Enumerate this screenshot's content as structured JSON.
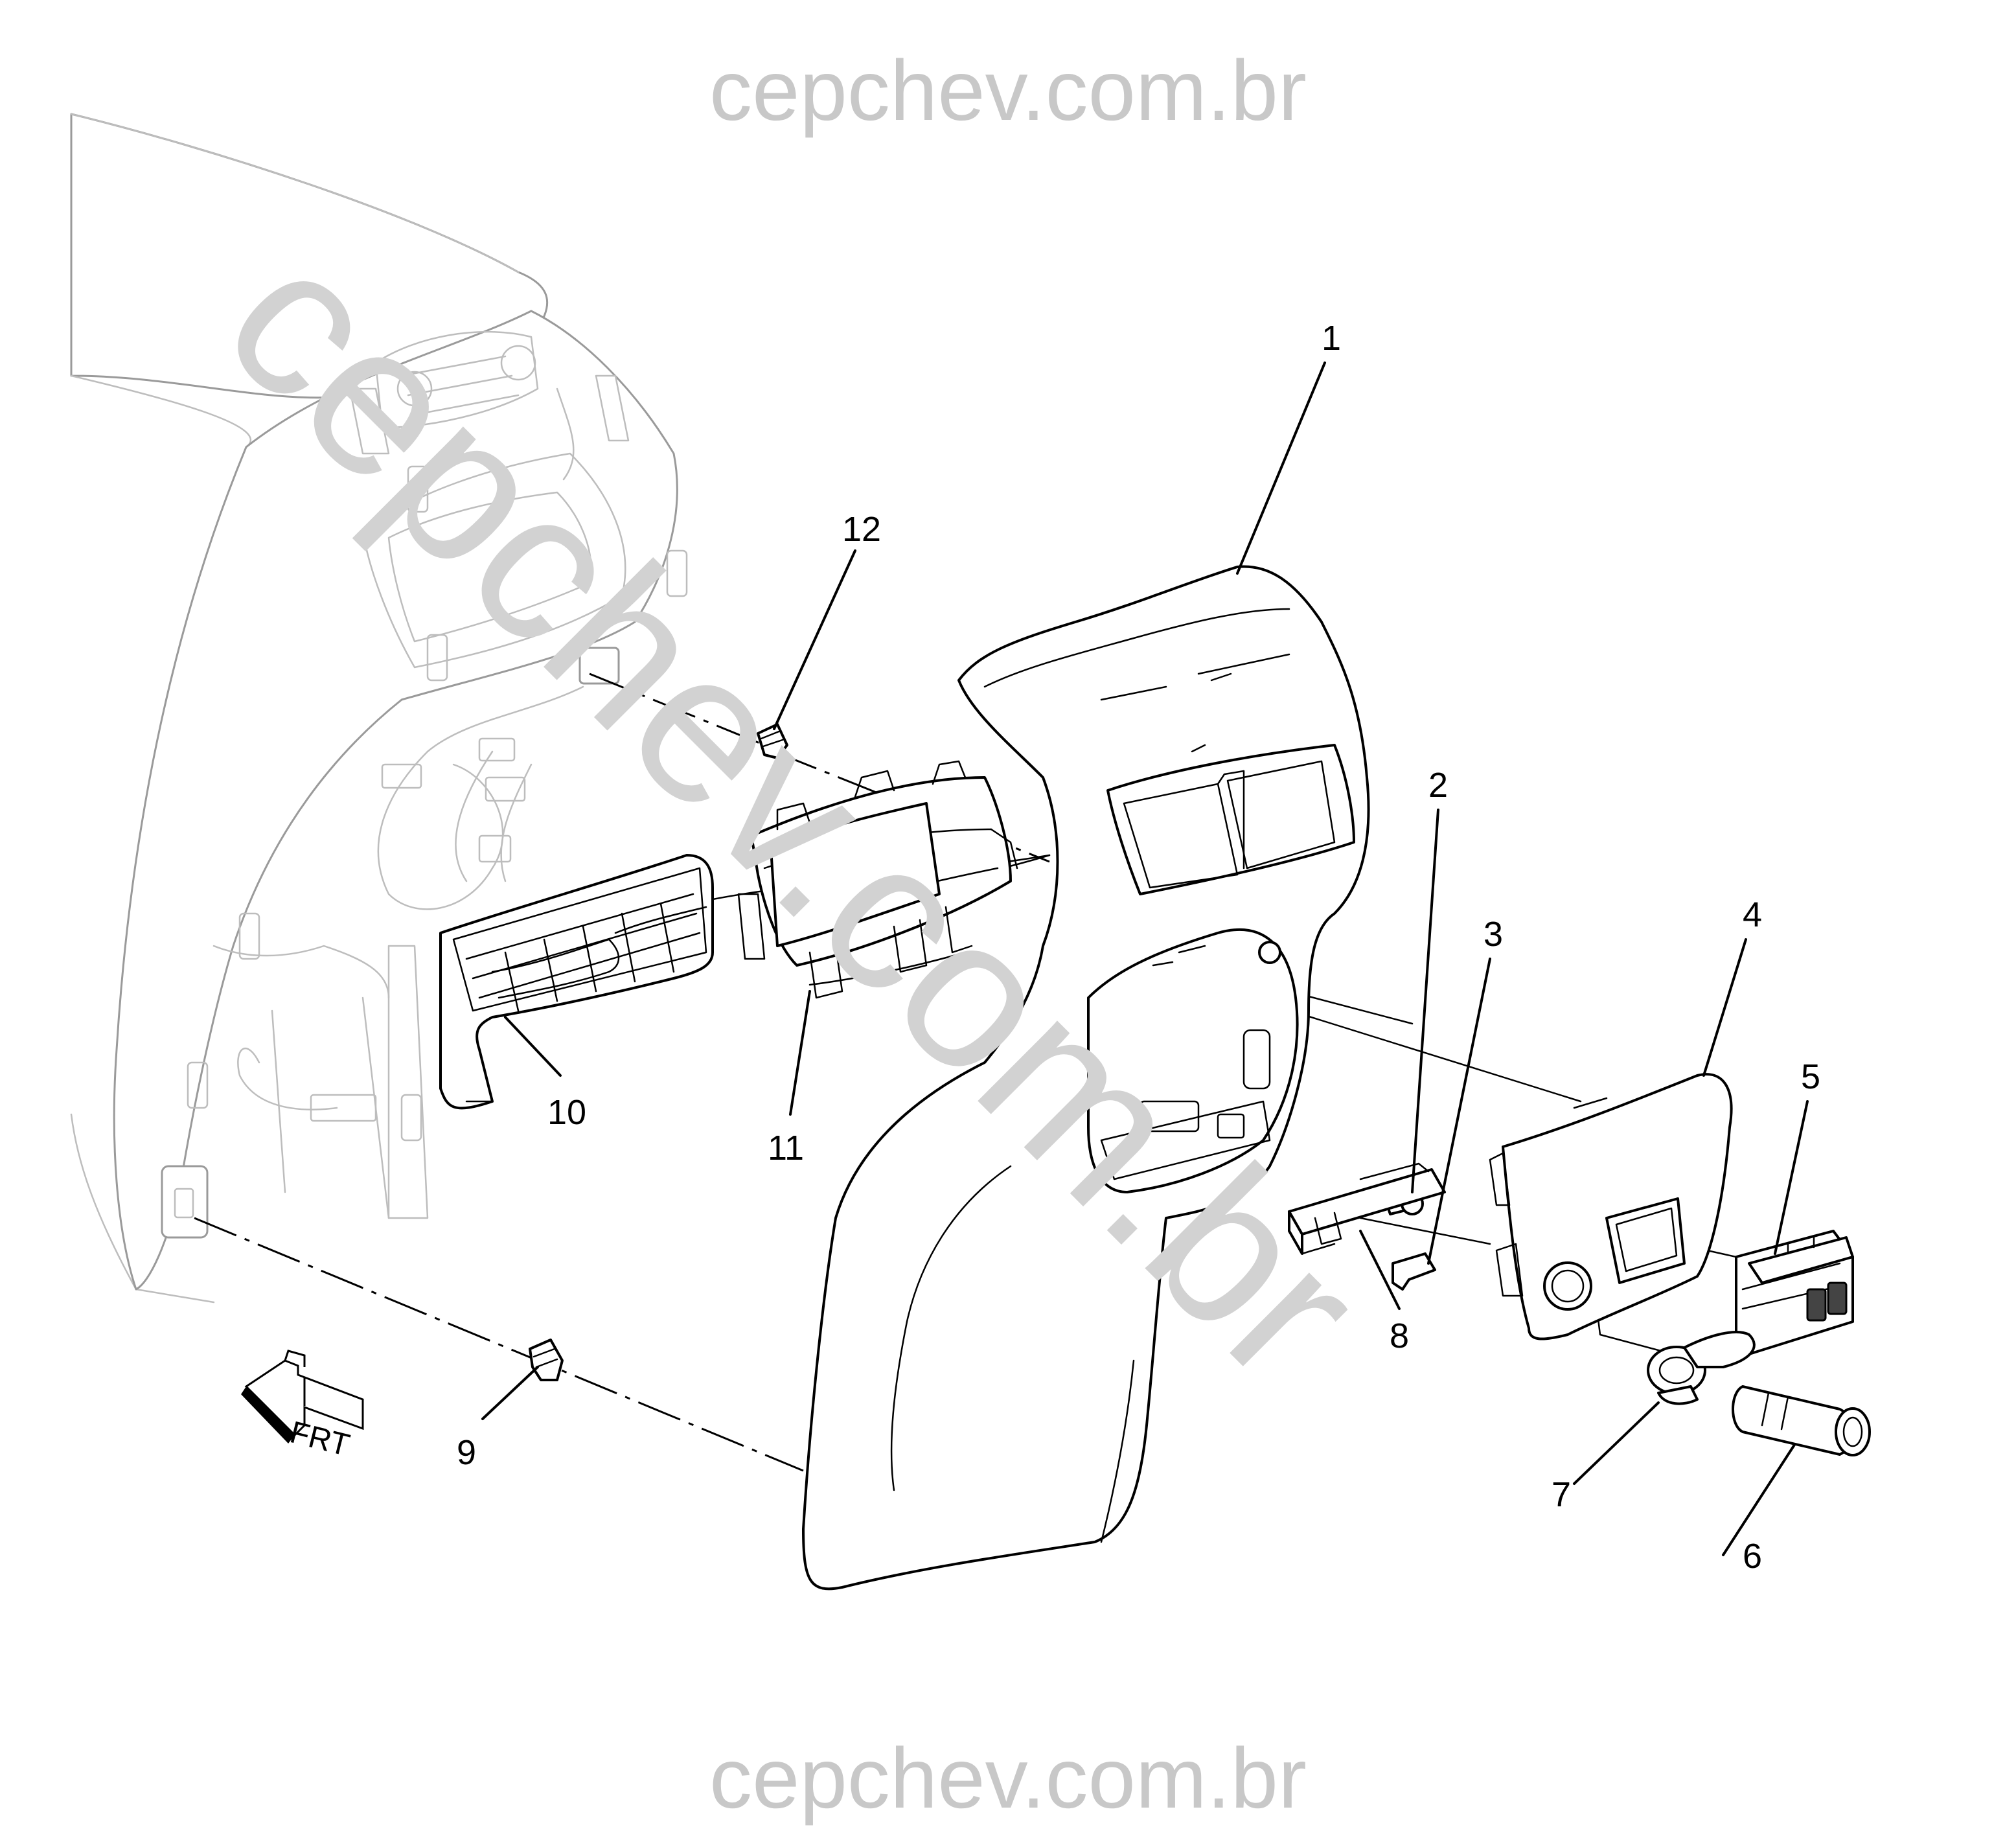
{
  "watermarks": {
    "top": "cepchev.com.br",
    "bottom": "cepchev.com.br",
    "diagonal": "cepchev.com.br"
  },
  "callouts": [
    "1",
    "2",
    "3",
    "4",
    "5",
    "6",
    "7",
    "8",
    "9",
    "10",
    "11",
    "12"
  ],
  "orientation": {
    "arrow_icon": "front-direction-arrow-icon",
    "label": "FRT"
  },
  "colors": {
    "line": "#000000",
    "watermark": "#c8c8c8",
    "ghost_line": "#bdbdbd"
  }
}
